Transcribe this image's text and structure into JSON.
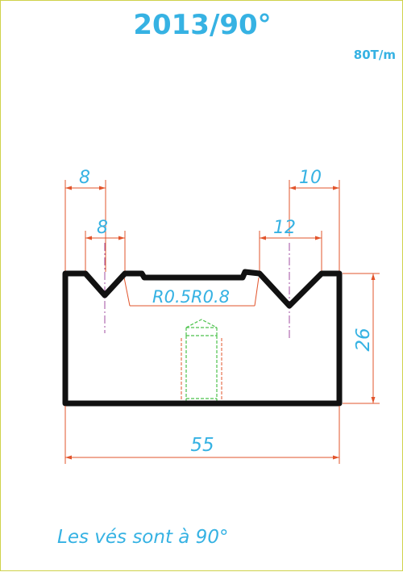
{
  "header": {
    "title": "2013/90°",
    "rating": "80T/m"
  },
  "dimensions": {
    "top_left_width": "8",
    "top_right_width": "10",
    "left_v_width": "8",
    "right_v_width": "12",
    "radii": "R0.5R0.8",
    "height": "26",
    "overall_width": "55"
  },
  "footer": {
    "note": "Les vés sont à 90°"
  },
  "colors": {
    "text": "#36b2e3",
    "dimension_lines": "#e2542b",
    "profile": "#111111",
    "centerlines": "#a04ca0",
    "hidden_bolt": "#4cc24c",
    "border": "#cfd24a"
  }
}
